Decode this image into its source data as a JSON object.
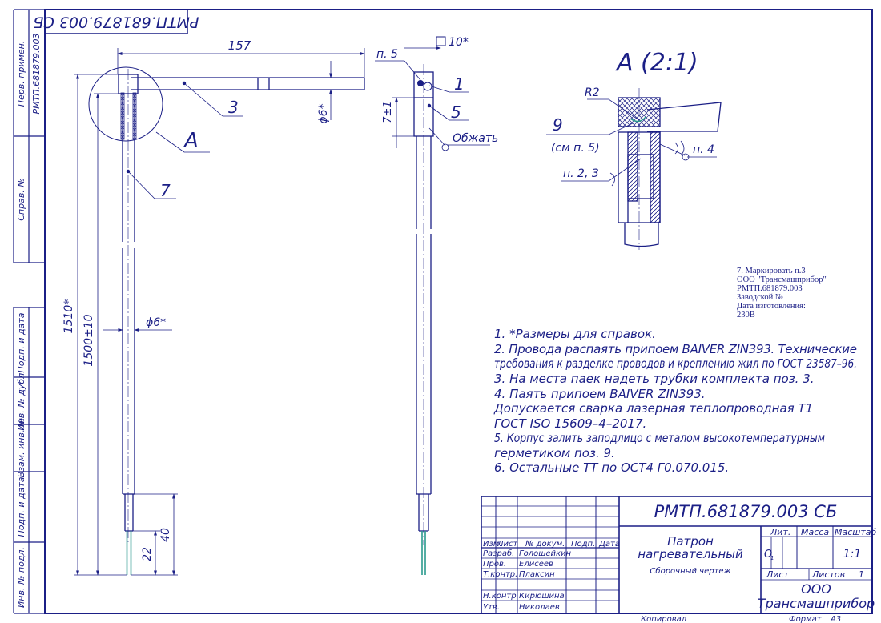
{
  "sheet": {
    "colors": {
      "ink": "#1b1f86",
      "wire": "#2a9a8e",
      "paper": "#ffffff"
    },
    "stamp_code": "РМТП.681879.003 СБ",
    "frame_code": "РМТП.681879.003 СБ"
  },
  "left_strip": {
    "perv_primen_label": "Перв. примен.",
    "perv_primen_value": "РМТП.681879.003",
    "sprav_label": "Справ. №",
    "podp_data_1": "Подп. и дата",
    "inv_dubl": "Инв. № дубл.",
    "vzam_inv": "Взам. инв. №",
    "podp_data_2": "Подп. и дата",
    "inv_podl": "Инв. № подл."
  },
  "views": {
    "dim_157": "157",
    "phi6_top": "ϕ6*",
    "pos3": "3",
    "view_a_letter": "A",
    "pos7": "7",
    "phi6_mid": "ϕ6*",
    "dim_1510": "1510*",
    "dim_1500": "1500±10",
    "dim_40": "40",
    "dim_22": "22",
    "p5": "п. 5",
    "sq10": "10*",
    "pos1": "1",
    "pos5": "5",
    "dim_7": "7±1",
    "obzhat": "Обжать"
  },
  "detail": {
    "title": "A (2:1)",
    "r2": "R2",
    "pos9": "9",
    "sm_p5": "(см п. 5)",
    "p4": "п. 4",
    "p23": "п. 2, 3"
  },
  "marking": [
    "7. Маркировать п.3",
    "ООО \"Трансмашприбор\"",
    " РМТП.681879.003",
    "Заводской №",
    "Дата изготовления:",
    "230В"
  ],
  "notes": [
    "1. *Размеры для справок.",
    "2. Провода распаять припоем BAIVER ZIN393. Технические",
    "требования к разделке проводов и креплению жил по ГОСТ 23587–96.",
    "3. На места паек надеть трубки комплекта поз. 3.",
    "4. Паять припоем BAIVER ZIN393.",
    "Допускается сварка лазерная теплопроводная Т1",
    "ГОСТ ISO 15609–4–2017.",
    "5. Корпус залить заподлицо с металом высокотемпературным",
    "герметиком поз. 9.",
    "6. Остальные ТТ по ОСТ4 Г0.070.015."
  ],
  "title_block": {
    "doc_code": "РМТП.681879.003 СБ",
    "col_izm": "Изм.",
    "col_list": "Лист",
    "col_dokum": "№ докум.",
    "col_podp": "Подп.",
    "col_data": "Дата",
    "roles": [
      {
        "role": "Разраб.",
        "name": "Голошейкин"
      },
      {
        "role": "Пров.",
        "name": "Елисеев"
      },
      {
        "role": "Т.контр.",
        "name": "Плаксин"
      },
      {
        "role": "",
        "name": ""
      },
      {
        "role": "Н.контр.",
        "name": "Кирюшина"
      },
      {
        "role": "Утв.",
        "name": "Николаев"
      }
    ],
    "name_line1": "Патрон",
    "name_line2": "нагревательный",
    "doc_type": "Сборочный чертеж",
    "lit_label": "Лит.",
    "massa_label": "Масса",
    "masshtab_label": "Масштаб",
    "lit_value": "О",
    "lit_sub": "1",
    "scale_value": "1:1",
    "sheet_label": "Лист",
    "sheets_label": "Листов",
    "sheets_value": "1",
    "org_line1": "ООО",
    "org_line2": "Трансмашприбор",
    "kopiroval": "Копировал",
    "format_label": "Формат",
    "format_value": "А3"
  }
}
